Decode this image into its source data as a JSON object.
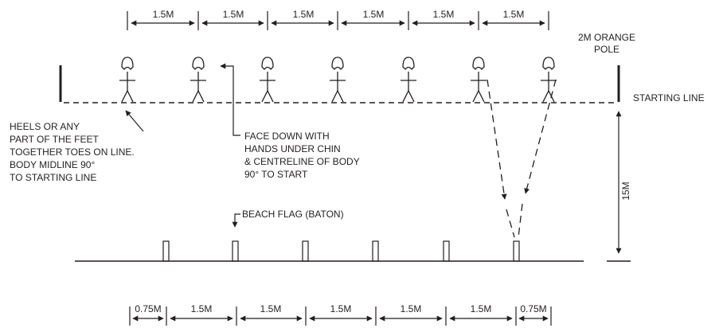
{
  "top_spacing_labels": [
    "1.5M",
    "1.5M",
    "1.5M",
    "1.5M",
    "1.5M",
    "1.5M"
  ],
  "bottom_spacing_labels": [
    "0.75M",
    "1.5M",
    "1.5M",
    "1.5M",
    "1.5M",
    "1.5M",
    "0.75M"
  ],
  "labels": {
    "pole": [
      "2M ORANGE",
      "POLE"
    ],
    "starting_line": "STARTING LINE",
    "heels": [
      "HEELS OR ANY",
      "PART OF THE FEET",
      "TOGETHER TOES ON LINE.",
      "BODY MIDLINE 90°",
      "TO STARTING LINE"
    ],
    "face_down": [
      "FACE DOWN WITH",
      "HANDS UNDER CHIN",
      "& CENTRELINE OF BODY",
      "90° TO START"
    ],
    "beach_flag": "BEACH FLAG (BATON)",
    "distance": "15M"
  },
  "competitor_count": 7,
  "flag_count": 6,
  "colors": {
    "ink": "#231f20",
    "background": "#ffffff"
  }
}
